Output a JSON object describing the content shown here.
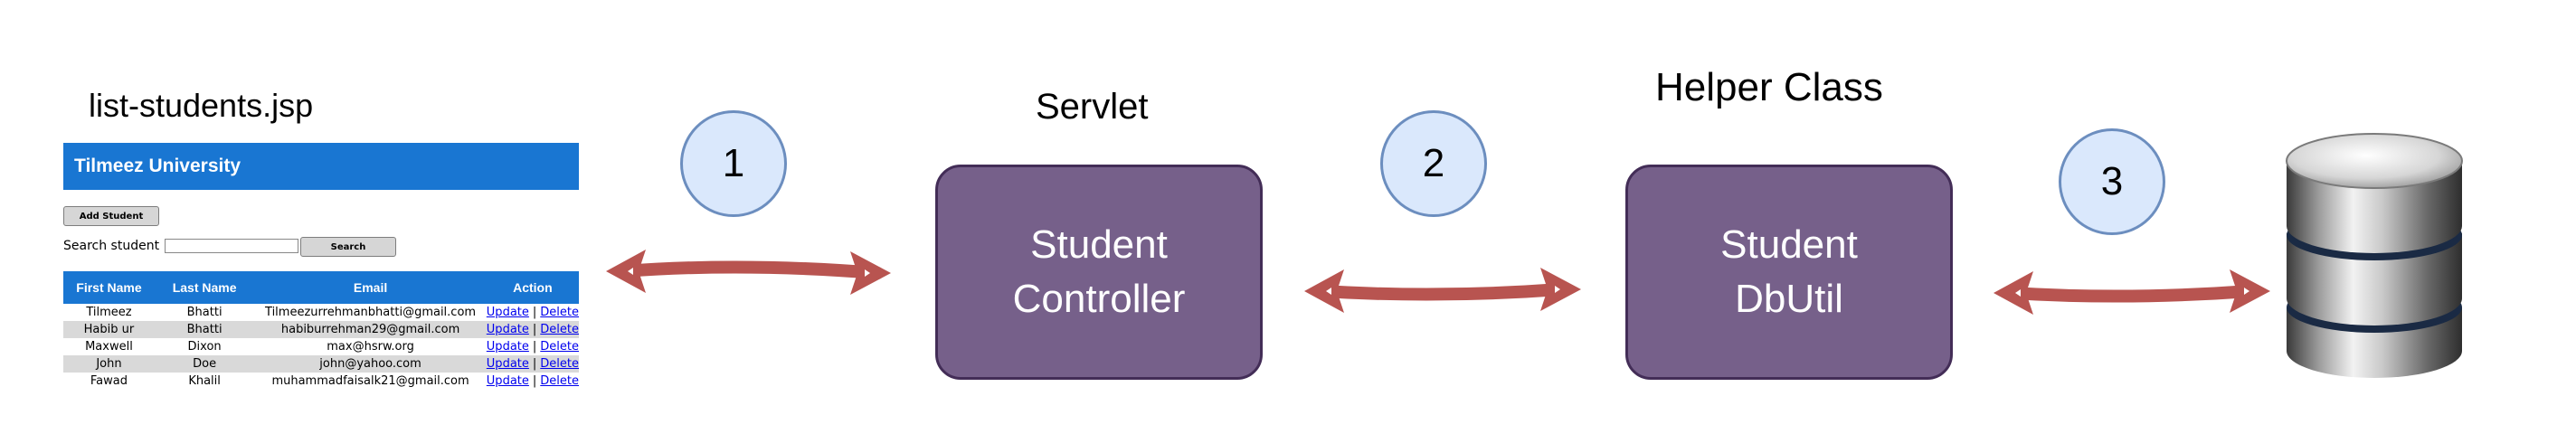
{
  "captions": {
    "jsp": "list-students.jsp",
    "servlet": "Servlet",
    "helper": "Helper Class"
  },
  "jsp_page": {
    "header": "Tilmeez University",
    "add_button": "Add Student",
    "search_label": "Search student",
    "search_value": "",
    "search_button": "Search",
    "columns": [
      "First Name",
      "Last Name",
      "Email",
      "Action"
    ],
    "action_labels": {
      "update": "Update",
      "separator": "|",
      "delete": "Delete"
    },
    "rows": [
      [
        "Tilmeez",
        "Bhatti",
        "Tilmeezurrehmanbhatti@gmail.com"
      ],
      [
        "Habib ur",
        "Bhatti",
        "habiburrehman29@gmail.com"
      ],
      [
        "Maxwell",
        "Dixon",
        "max@hsrw.org"
      ],
      [
        "John",
        "Doe",
        "john@yahoo.com"
      ],
      [
        "Fawad",
        "Khalil",
        "muhammadfaisalk21@gmail.com"
      ]
    ],
    "colors": {
      "header": "#1976d2",
      "row_alt": "#d9d9d9",
      "link": "#0000ee"
    }
  },
  "steps": [
    "1",
    "2",
    "3"
  ],
  "boxes": {
    "controller": {
      "line1": "Student",
      "line2": "Controller"
    },
    "dbutil": {
      "line1": "Student",
      "line2": "DbUtil"
    }
  },
  "colors": {
    "box_fill": "#76608a",
    "box_border": "#432d57",
    "circle_fill": "#dae8fc",
    "circle_border": "#6c8ebf",
    "arrow": "#b85450"
  },
  "icons": {
    "database": "database-icon"
  }
}
